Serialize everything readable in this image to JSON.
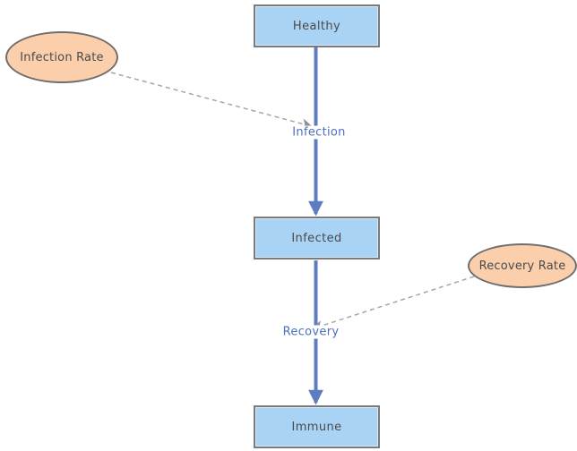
{
  "diagram": {
    "type": "stock-and-flow-model",
    "stocks": [
      {
        "name": "healthy",
        "label": "Healthy"
      },
      {
        "name": "infected",
        "label": "Infected"
      },
      {
        "name": "immune",
        "label": "Immune"
      }
    ],
    "flows": [
      {
        "name": "infection",
        "label": "Infection",
        "from": "Healthy",
        "to": "Infected"
      },
      {
        "name": "recovery",
        "label": "Recovery",
        "from": "Infected",
        "to": "Immune"
      }
    ],
    "variables": [
      {
        "name": "infection-rate",
        "label": "Infection Rate",
        "influences": "Infection"
      },
      {
        "name": "recovery-rate",
        "label": "Recovery Rate",
        "influences": "Recovery"
      }
    ],
    "colors": {
      "stock_fill": "#a9d3f4",
      "stock_border": "#7a7a7a",
      "stock_text": "#4a4a4a",
      "variable_fill": "#fbcfab",
      "variable_border": "#6e6e6e",
      "flow_arrow": "#5c7dc2",
      "flow_label_text": "#4c6fbf",
      "influence_dash": "#a6a6a6",
      "influence_arrowhead": "#8f8f8f",
      "background": "#ffffff"
    }
  }
}
